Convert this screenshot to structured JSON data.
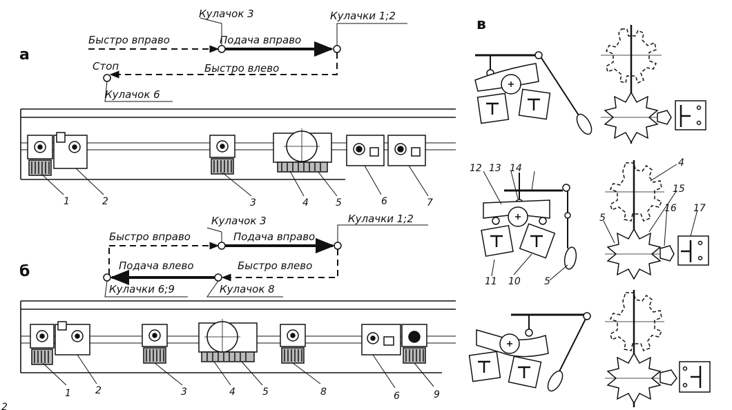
{
  "section_a": {
    "letter": "а",
    "label_fast_right": "Быстро вправо",
    "label_cam3": "Кулачок 3",
    "label_feed_right": "Подача вправо",
    "label_cams12": "Кулачки 1;2",
    "label_stop": "Стоп",
    "label_fast_left": "Быстро влево",
    "label_cam6": "Кулачок 6",
    "numbers": [
      "1",
      "2",
      "3",
      "4",
      "5",
      "6",
      "7"
    ]
  },
  "section_b": {
    "letter": "б",
    "label_cam3": "Кулачок 3",
    "label_fast_right": "Быстро вправо",
    "label_feed_right": "Подача вправо",
    "label_cams12": "Кулачки 1;2",
    "label_feed_left": "Подача влево",
    "label_fast_left": "Быстро влево",
    "label_cams69": "Кулачки 6;9",
    "label_cam8": "Кулачок 8",
    "numbers": [
      "1",
      "2",
      "3",
      "4",
      "5",
      "8",
      "6",
      "9"
    ]
  },
  "section_v": {
    "letter": "в",
    "numbers_left": [
      "12",
      "13",
      "14",
      "11",
      "10",
      "5"
    ],
    "numbers_right": [
      "4",
      "15",
      "16",
      "17",
      "5"
    ]
  },
  "footer_mark": "2"
}
